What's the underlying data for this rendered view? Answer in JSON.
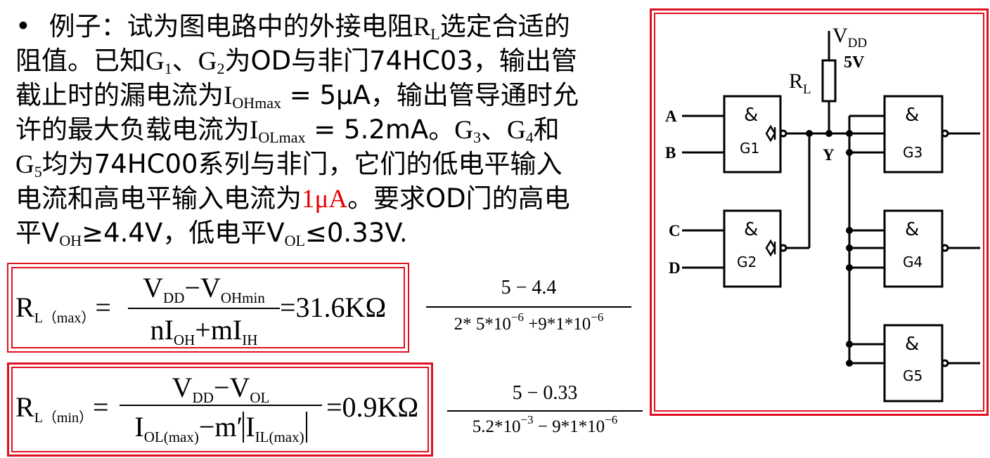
{
  "problem": {
    "bullet": "•",
    "lines": [
      {
        "t1": "例子：试为图电路中的外接电阻",
        "t2": "R",
        "s1": "L",
        "t3": "选定合适的"
      },
      {
        "t1": "阻值。已知",
        "t2": "G",
        "s1": "1",
        "t3": "、",
        "t4": "G",
        "s2": "2",
        "t5": "为OD与非门74HC03，输出管"
      },
      {
        "t1": "截止时的漏电流为",
        "t2": "I",
        "s1": "OHmax",
        "t3": " = 5μA，输出管导通时允"
      },
      {
        "t1": "许的最大负载电流为",
        "t2": "I",
        "s1": "OLmax",
        "t3": " = 5.2mA。",
        "t4": "G",
        "s2": "3",
        "t5": "、",
        "t6": "G",
        "s3": "4",
        "t7": "和"
      },
      {
        "t1": "G",
        "s1": "5",
        "t2": "均为74HC00系列与非门，它们的低电平输入"
      },
      {
        "t1": "电流和高电平输入电流为",
        "hl": "1μA",
        "t2": "。要求OD门的高电"
      },
      {
        "t1": "平V",
        "s1": "OH",
        "t2": "≥4.4V，低电平V",
        "s2": "OL",
        "t3": "≤0.33V."
      }
    ]
  },
  "formula_max": {
    "lhs": "R",
    "lhs_sub": "L（max）",
    "eq": "=",
    "num_a": "V",
    "num_a_sub": "DD",
    "num_op": "−",
    "num_b": "V",
    "num_b_sub": "OHmin",
    "den_a": "nI",
    "den_a_sub": "OH",
    "den_op": "+",
    "den_b": "mI",
    "den_b_sub": "IH",
    "result": "=31.6KΩ"
  },
  "calc_max": {
    "num": "5 − 4.4",
    "den_a": "2* 5*10",
    "den_a_exp": "−6",
    "den_b": " +9*1*10",
    "den_b_exp": "−6"
  },
  "formula_min": {
    "lhs": "R",
    "lhs_sub": "L（min）",
    "eq": "=",
    "num_a": "V",
    "num_a_sub": "DD",
    "num_op": "−",
    "num_b": "V",
    "num_b_sub": "OL",
    "den_a": "I",
    "den_a_sub": "OL(max)",
    "den_op": "−",
    "den_b": "m′",
    "den_c": "I",
    "den_c_sub": "IL(max)",
    "result": "=0.9KΩ"
  },
  "calc_min": {
    "num": "5 − 0.33",
    "den_a": "5.2*10",
    "den_a_exp": "−3",
    "den_b": " − 9*1*10",
    "den_b_exp": "−6"
  },
  "circuit": {
    "vdd": "V",
    "vdd_sub": "DD",
    "vdd_value": "5V",
    "rl": "R",
    "rl_sub": "L",
    "node": "Y",
    "inputs": [
      "A",
      "B",
      "C",
      "D"
    ],
    "gate_symbol": "&",
    "gates": [
      "G1",
      "G2",
      "G3",
      "G4",
      "G5"
    ]
  },
  "colors": {
    "border": "#e01020",
    "highlight": "#e60000"
  }
}
